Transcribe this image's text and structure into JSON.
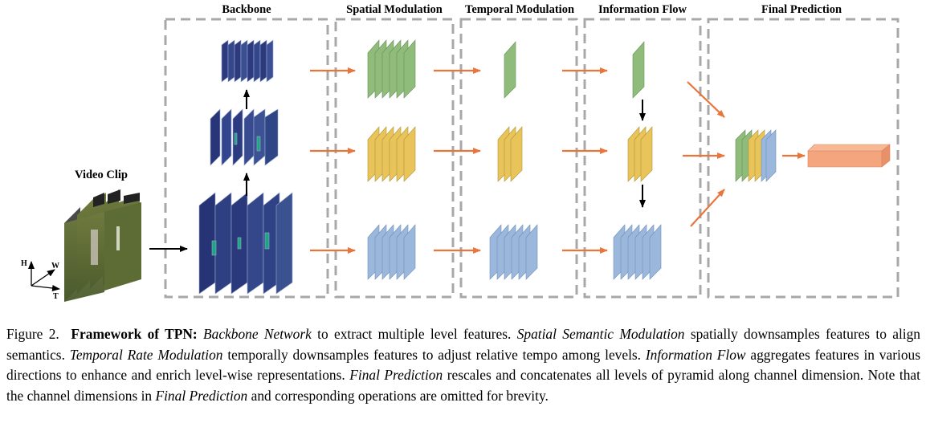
{
  "figure": {
    "section_titles": {
      "backbone": "Backbone",
      "spatial": "Spatial Modulation",
      "temporal": "Temporal Modulation",
      "information_flow": "Information Flow",
      "final_prediction": "Final Prediction"
    },
    "video_clip_label": "Video Clip",
    "axes": {
      "h": "H",
      "w": "W",
      "t": "T"
    },
    "colors": {
      "green": "#8fbc7a",
      "yellow": "#e8c45a",
      "blue": "#9bb8dc",
      "orange_box": "#f5a57e",
      "arrow_orange": "#e8763c",
      "backbone_navy": "#3a4a8c",
      "dashed_border": "#a8a8a8"
    }
  },
  "caption": {
    "figure_number": "Figure 2.",
    "title": "Framework of TPN:",
    "backbone_term": "Backbone Network",
    "backbone_text": " to extract multiple level features. ",
    "spatial_term": "Spatial Semantic Modulation",
    "spatial_text": " spatially downsamples features to align semantics. ",
    "temporal_term": "Temporal Rate Modulation",
    "temporal_text": " temporally downsamples features to adjust relative tempo among levels. ",
    "flow_term": "Information Flow",
    "flow_text": " aggregates features in various directions to enhance and enrich level-wise representations. ",
    "final_term": "Final Prediction",
    "final_text": " rescales and concatenates all levels of pyramid along channel dimension. Note that the channel dimensions in ",
    "final_term_2": "Final Prediction",
    "end_text": " and corresponding operations are omitted for brevity."
  }
}
